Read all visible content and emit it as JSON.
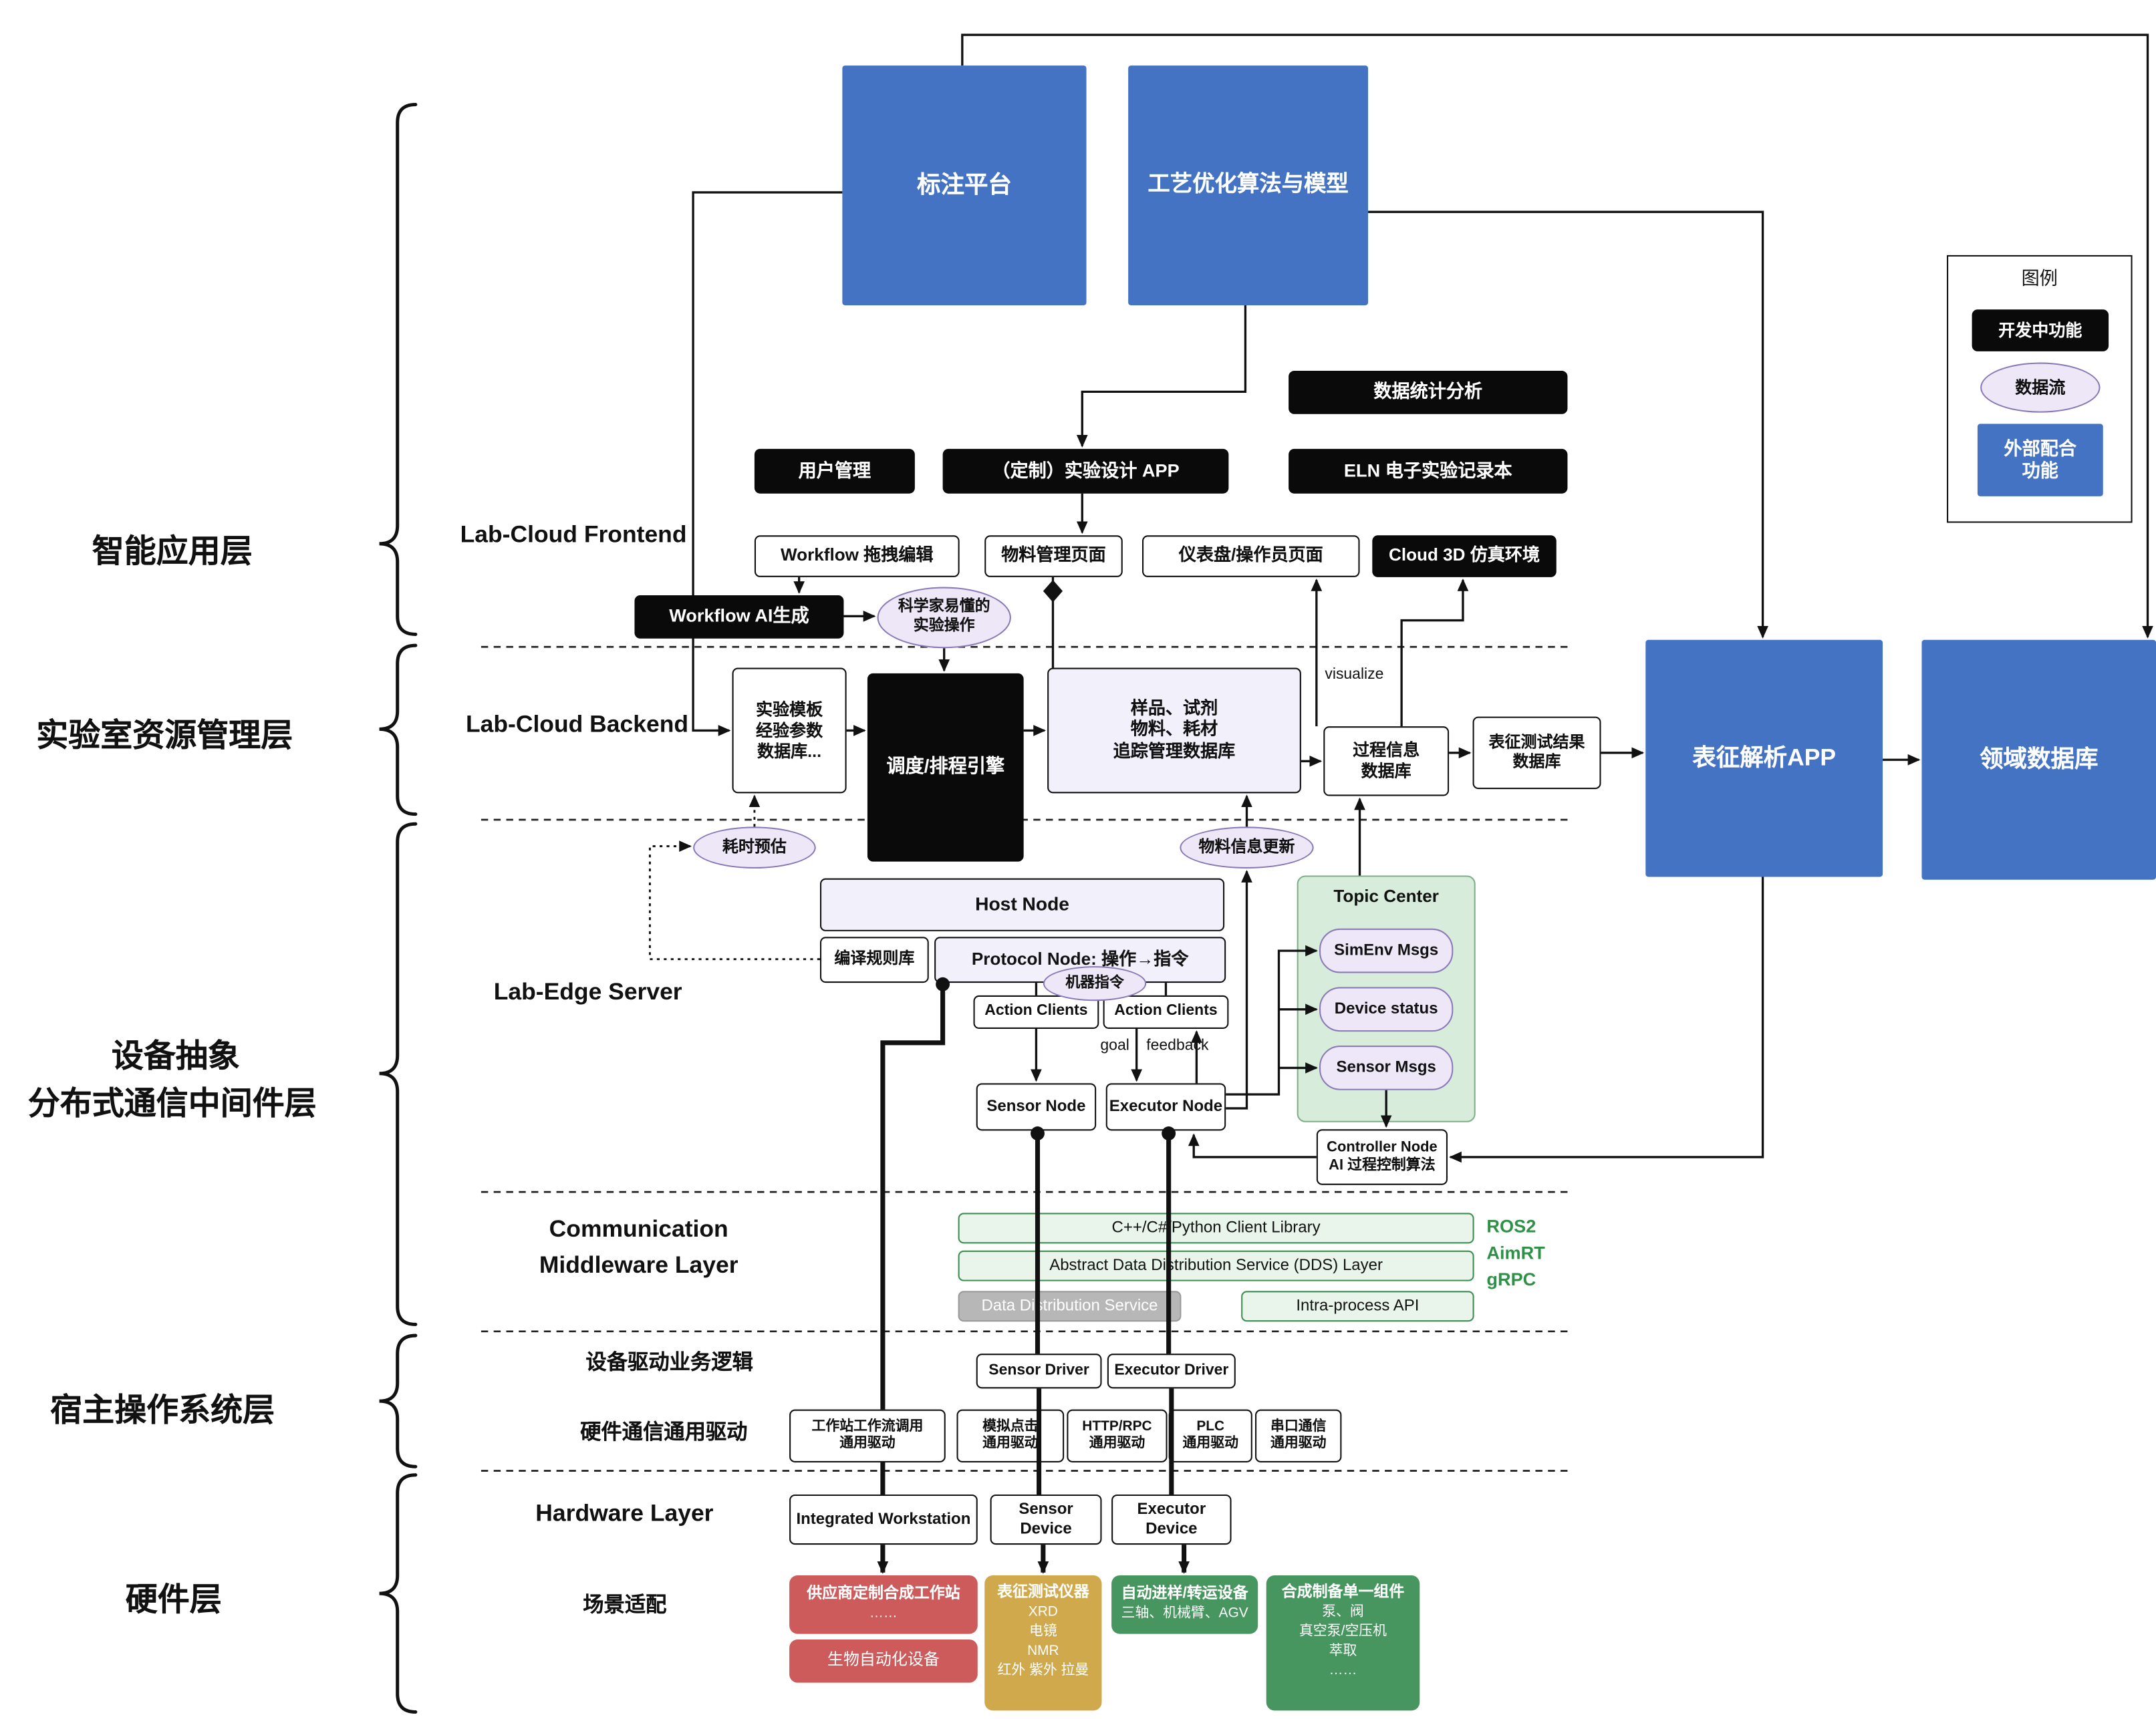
{
  "top": {
    "annotation_platform": "标注平台",
    "process_optimization": "工艺优化算法与模型"
  },
  "legend": {
    "title": "图例",
    "dev": "开发中功能",
    "flow": "数据流",
    "external": "外部配合\n功能"
  },
  "layer_labels": {
    "app": "智能应用层",
    "lab": "实验室资源管理层",
    "device_a": "设备抽象",
    "device_b": "分布式通信中间件层",
    "host": "宿主操作系统层",
    "hw": "硬件层"
  },
  "app_layer": {
    "stats": "数据统计分析",
    "user_mgmt": "用户管理",
    "custom_app": "（定制）实验设计 APP",
    "eln": "ELN 电子实验记录本",
    "frontend_label": "Lab-Cloud Frontend",
    "workflow_edit": "Workflow 拖拽编辑",
    "material_page": "物料管理页面",
    "dashboard_page": "仪表盘/操作员页面",
    "cloud_3d": "Cloud 3D 仿真环境",
    "workflow_ai": "Workflow AI生成",
    "sci_pill": "科学家易懂的\n实验操作"
  },
  "backend": {
    "label": "Lab-Cloud Backend",
    "template_db": "实验模板\n经验参数\n数据库...",
    "scheduler": "调度/排程引擎",
    "sample_db": "样品、试剂\n物料、耗材\n追踪管理数据库",
    "visualize": "visualize",
    "process_db": "过程信息\n数据库",
    "char_db": "表征测试结果\n数据库",
    "char_app": "表征解析APP",
    "domain_db": "领域数据库"
  },
  "edge": {
    "label": "Lab-Edge Server",
    "time_pill": "耗时预估",
    "material_pill": "物料信息更新",
    "host_node": "Host Node",
    "compile_lib": "编译规则库",
    "protocol_node": "Protocol Node: 操作→指令",
    "machine_cmd": "机器指令",
    "action_clients_1": "Action Clients",
    "action_clients_2": "Action Clients",
    "goal": "goal",
    "feedback": "feedback",
    "sensor_node": "Sensor Node",
    "executor_node": "Executor Node",
    "topic_center": "Topic Center",
    "simenv_msgs": "SimEnv Msgs",
    "device_status": "Device status",
    "sensor_msgs": "Sensor Msgs",
    "controller_node": "Controller Node\nAI 过程控制算法"
  },
  "middleware": {
    "label1": "Communication",
    "label2": "Middleware Layer",
    "client_lib": "C++/C#/Python Client Library",
    "dds_layer": "Abstract Data Distribution Service (DDS) Layer",
    "dds_service": "Data Distribution Service",
    "intra_api": "Intra-process API",
    "ros2": "ROS2",
    "aimrt": "AimRT",
    "grpc": "gRPC"
  },
  "host_os": {
    "driver_logic_label": "设备驱动业务逻辑",
    "sensor_driver": "Sensor Driver",
    "executor_driver": "Executor Driver",
    "hw_comm_label": "硬件通信通用驱动",
    "drv_workstation": "工作站工作流调用\n通用驱动",
    "drv_click": "模拟点击\n通用驱动",
    "drv_http": "HTTP/RPC\n通用驱动",
    "drv_plc": "PLC\n通用驱动",
    "drv_serial": "串口通信\n通用驱动"
  },
  "hardware": {
    "label": "Hardware Layer",
    "integrated_ws": "Integrated Workstation",
    "sensor_device": "Sensor Device",
    "executor_device": "Executor Device",
    "scene_label": "场景适配",
    "vendor_ws_title": "供应商定制合成工作站",
    "vendor_ws_sub": "……",
    "bio_auto": "生物自动化设备",
    "char_title": "表征测试仪器",
    "char_items": "XRD\n电镜\nNMR\n红外 紫外 拉曼",
    "transfer_title": "自动进样/转运设备",
    "transfer_sub": "三轴、机械臂、AGV",
    "synth_title": "合成制备单一组件",
    "synth_items": "泵、阀\n真空泵/空压机\n萃取\n……"
  },
  "colors": {
    "blue": "#4573C4",
    "black": "#0A0A0A",
    "pill_bg": "#EDE7F8",
    "pill_border": "#8B7AB8",
    "topic_green": "#D8ECDC",
    "comm_green": "#E9F5EB",
    "gray": "#B7B7B7",
    "red": "#CE5B5B",
    "tan": "#CFA94C",
    "hw_green": "#47965F",
    "ros_text": "#2F9147"
  }
}
